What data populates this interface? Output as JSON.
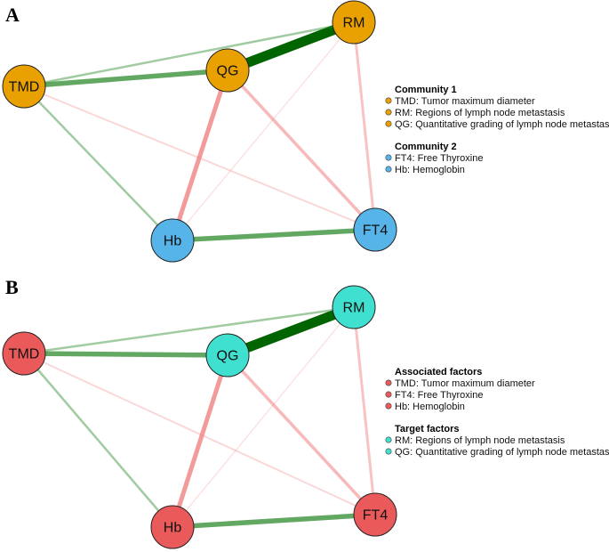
{
  "colors": {
    "orange": "#e8a100",
    "blue": "#56b4e9",
    "red": "#eb5a5a",
    "cyan": "#40e0d0",
    "positive_edge": "#2e8b2e",
    "strong_edge": "#006400",
    "negative_edge": "#f08080"
  },
  "panels": [
    {
      "label": "A",
      "nodes": [
        {
          "id": "TMD",
          "label": "TMD",
          "color": "#e8a100"
        },
        {
          "id": "QG",
          "label": "QG",
          "color": "#e8a100"
        },
        {
          "id": "RM",
          "label": "RM",
          "color": "#e8a100"
        },
        {
          "id": "Hb",
          "label": "Hb",
          "color": "#56b4e9"
        },
        {
          "id": "FT4",
          "label": "FT4",
          "color": "#56b4e9"
        }
      ],
      "legend": [
        {
          "title": "Community 1",
          "items": [
            {
              "text": "TMD: Tumor maximum diameter",
              "color": "#e8a100"
            },
            {
              "text": "RM: Regions of lymph node metastasis",
              "color": "#e8a100"
            },
            {
              "text": "QG: Quantitative grading of lymph node metastasis",
              "color": "#e8a100"
            }
          ]
        },
        {
          "title": "Community 2",
          "items": [
            {
              "text": "FT4: Free Thyroxine",
              "color": "#56b4e9"
            },
            {
              "text": "Hb: Hemoglobin",
              "color": "#56b4e9"
            }
          ]
        }
      ]
    },
    {
      "label": "B",
      "nodes": [
        {
          "id": "TMD",
          "label": "TMD",
          "color": "#eb5a5a"
        },
        {
          "id": "QG",
          "label": "QG",
          "color": "#40e0d0"
        },
        {
          "id": "RM",
          "label": "RM",
          "color": "#40e0d0"
        },
        {
          "id": "Hb",
          "label": "Hb",
          "color": "#eb5a5a"
        },
        {
          "id": "FT4",
          "label": "FT4",
          "color": "#eb5a5a"
        }
      ],
      "legend": [
        {
          "title": "Associated factors",
          "items": [
            {
              "text": "TMD: Tumor maximum diameter",
              "color": "#eb5a5a"
            },
            {
              "text": "FT4: Free Thyroxine",
              "color": "#eb5a5a"
            },
            {
              "text": "Hb: Hemoglobin",
              "color": "#eb5a5a"
            }
          ]
        },
        {
          "title": "Target factors",
          "items": [
            {
              "text": "RM: Regions of lymph node metastasis",
              "color": "#40e0d0"
            },
            {
              "text": "QG: Quantitative grading of lymph node metastasis",
              "color": "#40e0d0"
            }
          ]
        }
      ]
    }
  ],
  "edges": [
    {
      "from": "QG",
      "to": "RM",
      "sign": "positive",
      "weight": 1.0
    },
    {
      "from": "TMD",
      "to": "QG",
      "sign": "positive",
      "weight": 0.45
    },
    {
      "from": "Hb",
      "to": "FT4",
      "sign": "positive",
      "weight": 0.45
    },
    {
      "from": "TMD",
      "to": "RM",
      "sign": "positive",
      "weight": 0.15
    },
    {
      "from": "TMD",
      "to": "Hb",
      "sign": "positive",
      "weight": 0.15
    },
    {
      "from": "QG",
      "to": "Hb",
      "sign": "negative",
      "weight": 0.4
    },
    {
      "from": "QG",
      "to": "FT4",
      "sign": "negative",
      "weight": 0.25
    },
    {
      "from": "RM",
      "to": "FT4",
      "sign": "negative",
      "weight": 0.2
    },
    {
      "from": "TMD",
      "to": "FT4",
      "sign": "negative",
      "weight": 0.1
    },
    {
      "from": "RM",
      "to": "Hb",
      "sign": "negative",
      "weight": 0.05
    }
  ]
}
